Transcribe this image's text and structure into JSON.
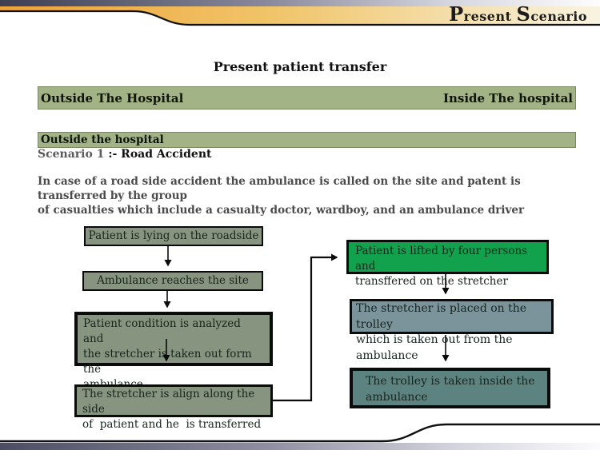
{
  "header": {
    "title_p": "P",
    "title_rest1": "resent ",
    "title_s": "S",
    "title_rest2": "cenario"
  },
  "slide": {
    "title": "Present patient transfer",
    "band": {
      "left": "Outside The Hospital",
      "right": "Inside The hospital"
    },
    "section_header": "Outside the hospital",
    "scenario": {
      "label": "Scenario 1 ",
      "value": ":- Road Accident"
    },
    "description": "In case of a road side accident the ambulance is called on the site and patent is transferred by the group\nof casualties which include a casualty doctor, wardboy, and an ambulance driver"
  },
  "flowchart": {
    "steps": {
      "lying": "Patient is lying on the roadside",
      "reaches": "Ambulance reaches the site",
      "analyzed": "Patient condition is analyzed  and\nthe stretcher is taken out form the\nambulance",
      "align": "The stretcher is align along the side\nof  patient and he  is transferred",
      "lifted": "Patient is lifted by four persons and\ntransffered on the stretcher",
      "trolley": "The stretcher is placed on the trolley\nwhich is taken out from the ambulance",
      "inside": "The trolley is taken inside the\nambulance"
    },
    "colors": {
      "step_fill": "#87947f",
      "lifted_fill": "#12a24d",
      "trolley_fill": "#7b949b",
      "inside_fill": "#5d8380",
      "band_green": "#a2b386",
      "gold_left": "#eea33a",
      "gold_right": "#f8f3e1"
    }
  }
}
